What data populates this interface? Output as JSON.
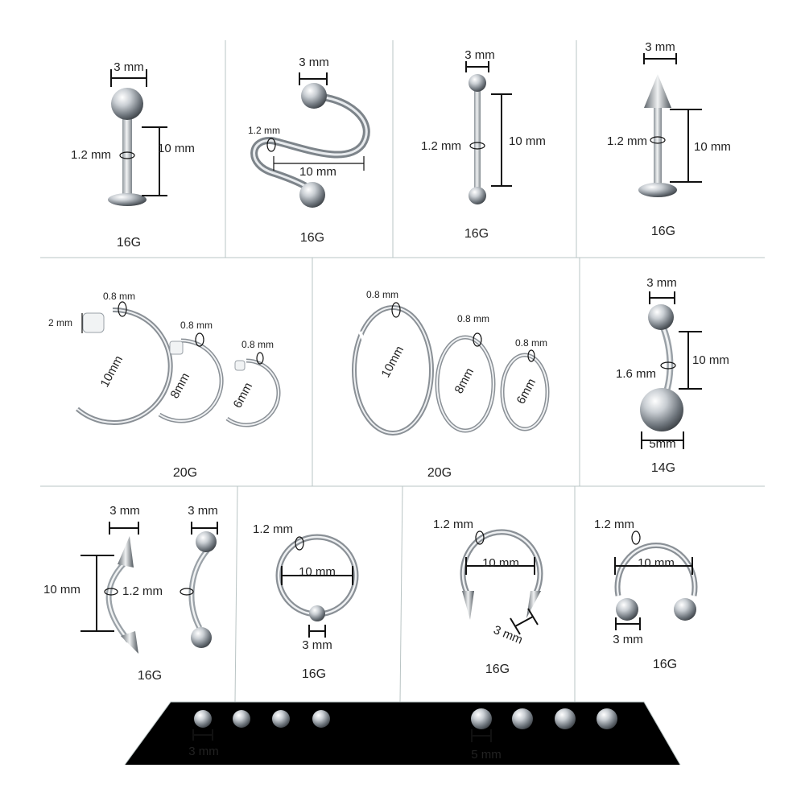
{
  "panels": {
    "labret": {
      "diameter": "3 mm",
      "thickness": "1.2 mm",
      "length": "10 mm",
      "gauge": "16G"
    },
    "spiral": {
      "diameter": "3 mm",
      "thickness": "1.2 mm",
      "length": "10 mm",
      "gauge": "16G"
    },
    "barbell": {
      "diameter": "3 mm",
      "thickness": "1.2 mm",
      "length": "10 mm",
      "gauge": "16G"
    },
    "spike_labret": {
      "diameter": "3 mm",
      "thickness": "1.2 mm",
      "length": "10 mm",
      "gauge": "16G"
    },
    "nose_rings_flat": {
      "end": "2 mm",
      "t1": "0.8 mm",
      "t2": "0.8 mm",
      "t3": "0.8 mm",
      "s1": "10mm",
      "s2": "8mm",
      "s3": "6mm",
      "gauge": "20G"
    },
    "nose_rings_open": {
      "t1": "0.8 mm",
      "t2": "0.8 mm",
      "t3": "0.8 mm",
      "s1": "10mm",
      "s2": "8mm",
      "s3": "6mm",
      "gauge": "20G"
    },
    "belly": {
      "top": "3 mm",
      "thickness": "1.6 mm",
      "length": "10 mm",
      "bottom": "5mm",
      "gauge": "14G"
    },
    "curved": {
      "spike_diameter": "3 mm",
      "ball_diameter": "3 mm",
      "length": "10 mm",
      "thickness": "1.2 mm",
      "gauge": "16G"
    },
    "captive": {
      "thickness": "1.2 mm",
      "diameter": "10 mm",
      "bead": "3 mm",
      "gauge": "16G"
    },
    "horseshoe_spike": {
      "thickness": "1.2 mm",
      "diameter": "10 mm",
      "spike": "3 mm",
      "gauge": "16G"
    },
    "horseshoe_ball": {
      "thickness": "1.2 mm",
      "diameter": "10 mm",
      "ball": "3 mm",
      "gauge": "16G"
    }
  },
  "spare_balls": {
    "small": "3 mm",
    "large": "5 mm"
  }
}
